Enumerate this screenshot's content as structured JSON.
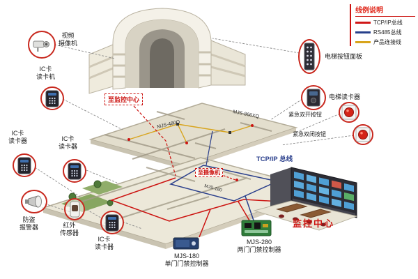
{
  "legend": {
    "title": "线例说明",
    "items": [
      {
        "label": "TCP/IP总线",
        "color": "#d01818"
      },
      {
        "label": "RS485总线",
        "color": "#27408b"
      },
      {
        "label": "产品连接线",
        "color": "#d8a41c"
      }
    ]
  },
  "left_devices": {
    "camera": {
      "lines": [
        "视频",
        "摄像机"
      ]
    },
    "reader1": {
      "lines": [
        "IC卡",
        "读卡机"
      ]
    },
    "reader2": {
      "lines": [
        "IC卡",
        "读卡器"
      ]
    },
    "reader3": {
      "lines": [
        "IC卡",
        "读卡器"
      ]
    },
    "reader4": {
      "lines": [
        "IC卡",
        "读卡器"
      ]
    },
    "alarm": {
      "lines": [
        "防盗",
        "报警器"
      ]
    },
    "ir_sensor": {
      "lines": [
        "红外",
        "传感器"
      ]
    }
  },
  "right_devices": {
    "elevator_panel": "电梯按钮面板",
    "elevator_reader": "电梯读卡器",
    "emergency_open": "紧急双开按钮",
    "emergency_close": "紧急双闭按钮"
  },
  "controllers": {
    "mjs180": {
      "model": "MJS-180",
      "name": "单门门禁控制器"
    },
    "mjs280": {
      "model": "MJS-280",
      "name": "两门门禁控制器"
    }
  },
  "annotations": {
    "to_monitor": "至监控中心",
    "to_camera": "至摄像机",
    "tcpip_bus": "TCP/IP 总线",
    "monitor_center": "监控中心"
  },
  "floor_labels": [
    "MJS-480Q",
    "MJS-866XQ",
    "MJS-180"
  ]
}
